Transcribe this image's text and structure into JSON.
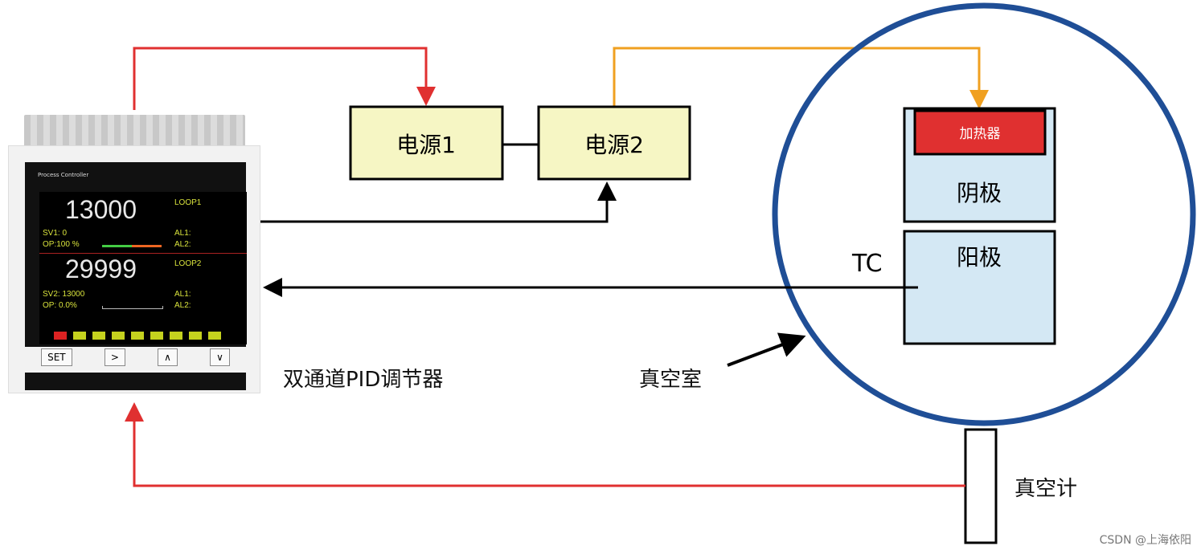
{
  "power1": "电源1",
  "power2": "电源2",
  "heater": "加热器",
  "cathode": "阴极",
  "anode": "阳极",
  "tc": "TC",
  "controller_label": "双通道PID调节器",
  "chamber_label": "真空室",
  "gauge_label": "真空计",
  "watermark": "CSDN @上海依阳",
  "controller": {
    "brand": "Process Controller",
    "pv1": "13000",
    "loop1": "LOOP1",
    "sv1": "SV1: 0",
    "op1": "OP:100 %",
    "al1": "AL1:",
    "al2": "AL2:",
    "pv2": "29999",
    "loop2": "LOOP2",
    "sv2": "SV2: 13000",
    "op2": "OP: 0.0%",
    "al1b": "AL1:",
    "al2b": "AL2:",
    "op1_percent": 100,
    "op2_percent": 0,
    "buttons": [
      "SET",
      ">",
      "∧",
      "∨"
    ]
  },
  "colors": {
    "red": "#e03030",
    "orange": "#f0a020",
    "blue": "#1f4e96",
    "box": "#f6f6c4",
    "chamber_box": "#d4e8f4"
  }
}
